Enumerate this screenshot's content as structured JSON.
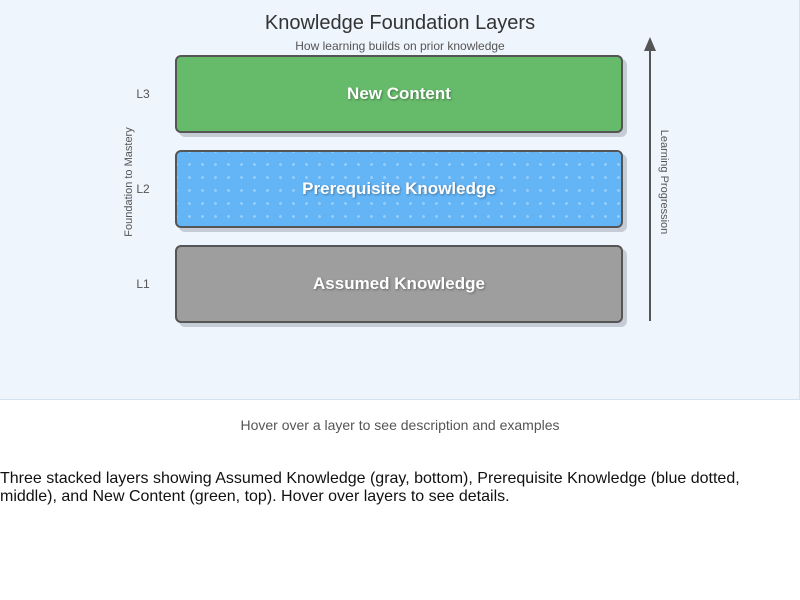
{
  "diagram": {
    "title": "Knowledge Foundation Layers",
    "subtitle": "How learning builds on prior knowledge",
    "left_axis_label": "Foundation to Mastery",
    "right_axis_label": "Learning Progression",
    "layers": [
      {
        "level": "L3",
        "label": "New Content",
        "color": "#66bb6a"
      },
      {
        "level": "L2",
        "label": "Prerequisite Knowledge",
        "color": "#64b5f6",
        "pattern": "dotted"
      },
      {
        "level": "L1",
        "label": "Assumed Knowledge",
        "color": "#9e9e9e"
      }
    ]
  },
  "hint": "Hover over a layer to see description and examples",
  "description": "Three stacked layers showing Assumed Knowledge (gray, bottom), Prerequisite Knowledge (blue dotted, middle), and New Content (green, top). Hover over layers to see details."
}
